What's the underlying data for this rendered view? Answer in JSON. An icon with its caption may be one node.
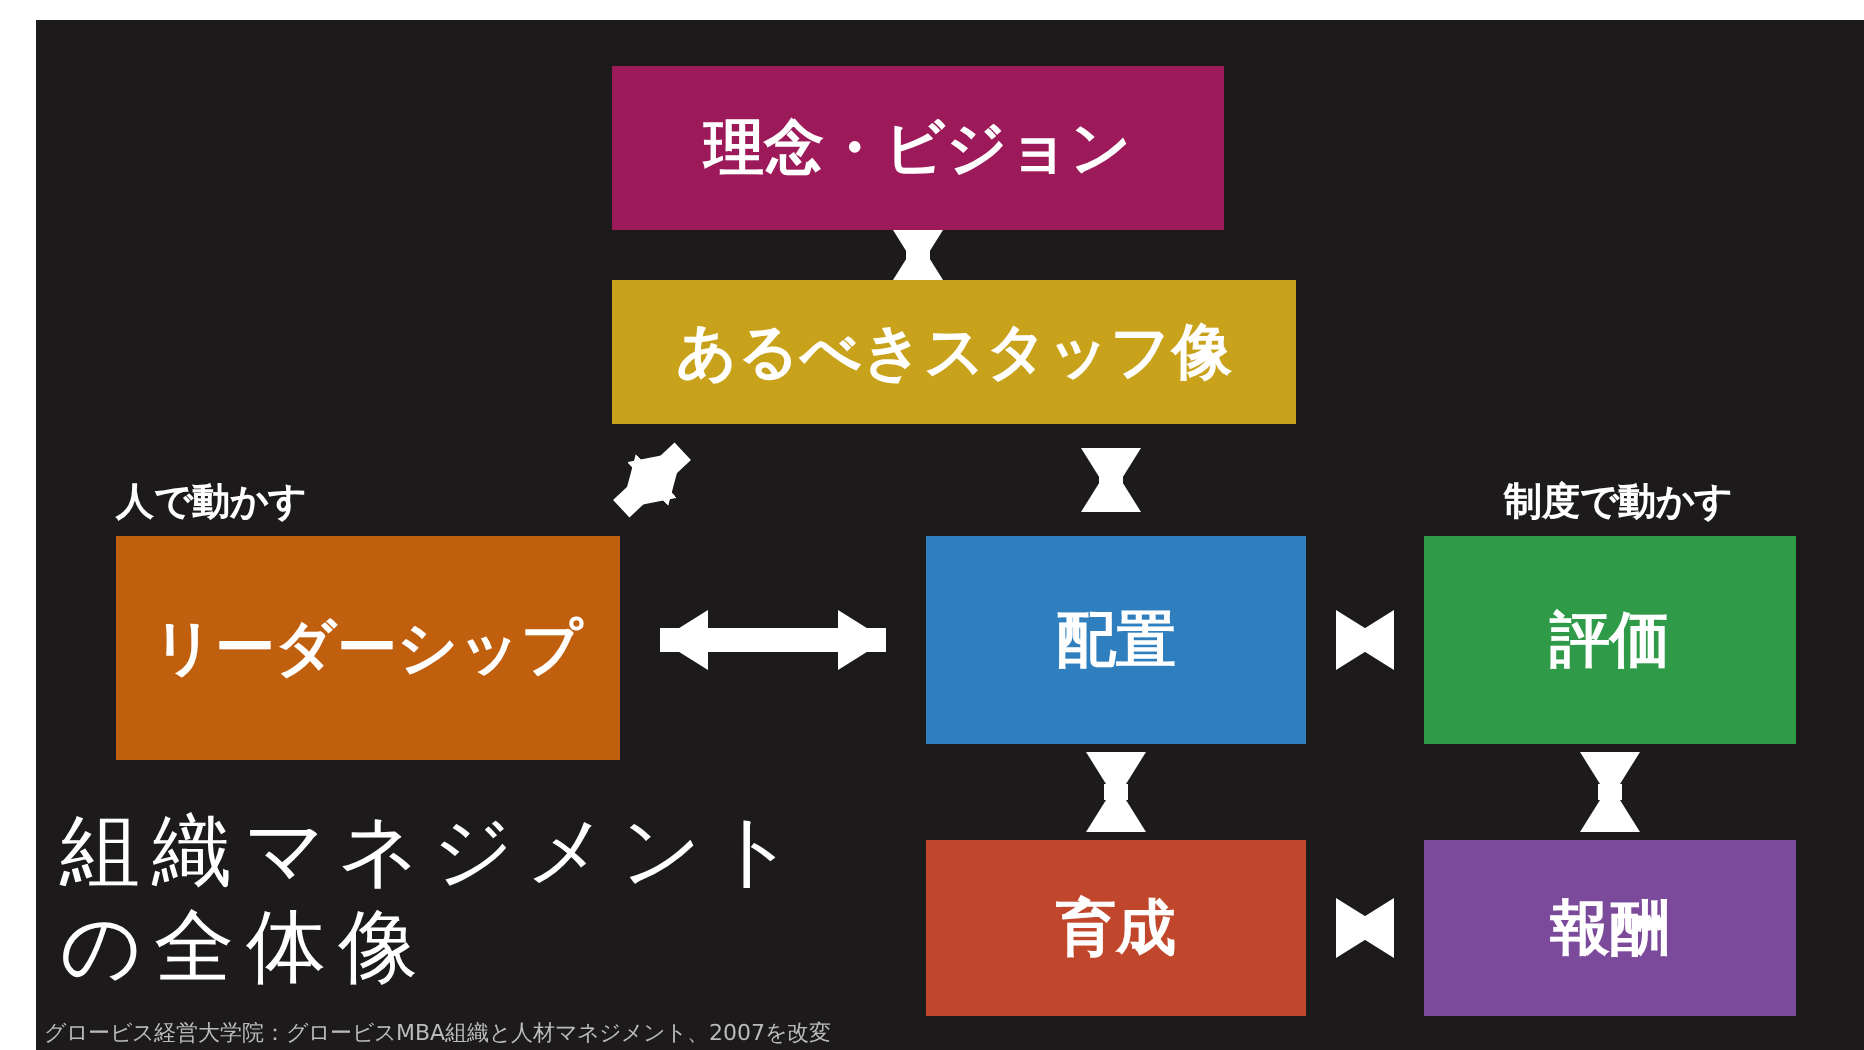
{
  "diagram": {
    "title": "組織マネジメントの全体像",
    "nodes": [
      {
        "text": [
          "理念・ビジョン"
        ]
      },
      {
        "text": [
          "あるべきスタッフ像"
        ]
      },
      {
        "text": [
          "リーダーシップ"
        ],
        "beside": [
          "人で動かす"
        ]
      },
      {
        "text": [
          "配置"
        ]
      },
      {
        "text": [
          "評価"
        ],
        "beside": [
          "制度で動かす"
        ]
      },
      {
        "text": [
          "育成"
        ]
      },
      {
        "text": [
          "報酬"
        ]
      }
    ],
    "edges": [
      {
        "from": 0,
        "to": 1,
        "arrow": "both"
      },
      {
        "from": 1,
        "to": 2,
        "arrow": "both"
      },
      {
        "from": 1,
        "to": 3,
        "arrow": "both"
      },
      {
        "from": 2,
        "to": 3,
        "arrow": "both"
      },
      {
        "from": 3,
        "to": 4,
        "arrow": "both"
      },
      {
        "from": 3,
        "to": 5,
        "arrow": "both"
      },
      {
        "from": 4,
        "to": 6,
        "arrow": "both"
      },
      {
        "from": 5,
        "to": 6,
        "arrow": "both"
      }
    ],
    "labels": [
      "グロービス経営大学院：グロービスMBA組織と人材マネジメント、2007を改変"
    ]
  }
}
